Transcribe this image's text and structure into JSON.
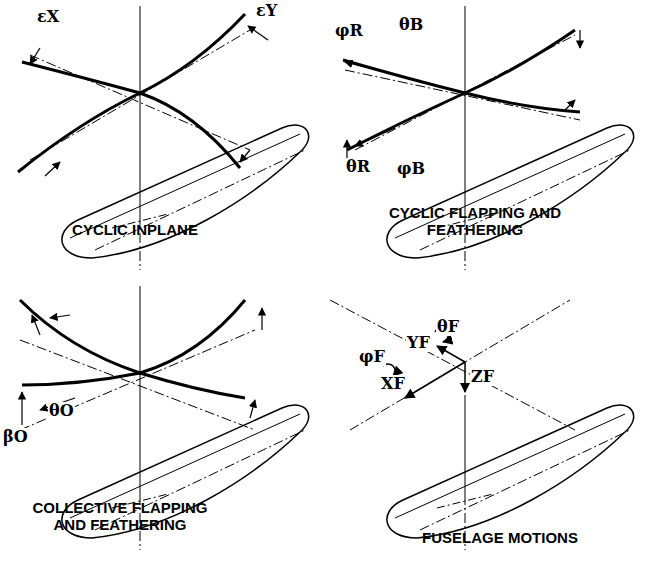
{
  "diagram": {
    "labels": [
      "εX",
      "εY",
      "CYCLIC INPLANE",
      "φR",
      "θB",
      "θR",
      "φB",
      "CYCLIC FLAPPING AND FEATHERING",
      "βO",
      "θO",
      "COLLECTIVE FLAPPING AND FEATHERING",
      "YF",
      "θF",
      "φF",
      "XF",
      "ZF",
      "FUSELAGE MOTIONS"
    ]
  }
}
